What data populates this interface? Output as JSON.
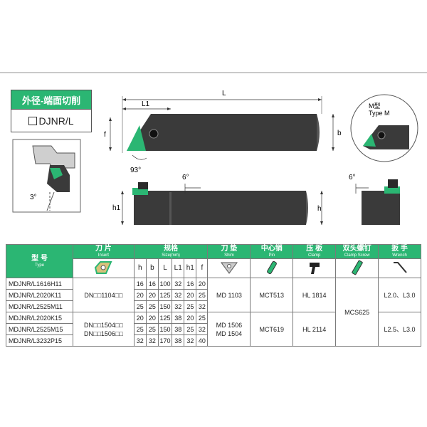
{
  "title": "外径-端面切削",
  "code_prefix_symbol": "□",
  "code": "DJNR/L",
  "diagram": {
    "L": "L",
    "L1": "L1",
    "f": "f",
    "b": "b",
    "h": "h",
    "h1": "h1",
    "angle_93": "93°",
    "angle_6_main": "6°",
    "angle_6_side": "6°",
    "angle_3": "3°",
    "type_m_cn": "M型",
    "type_m_en": "Type M"
  },
  "colors": {
    "accent": "#2bb673",
    "tool_body": "#3a3a3a",
    "insert": "#2bb673"
  },
  "table": {
    "headers": {
      "type": {
        "cn": "型 号",
        "en": "Type"
      },
      "insert": {
        "cn": "刀 片",
        "en": "Insert"
      },
      "size": {
        "cn": "规格",
        "en": "Size(mm)"
      },
      "shim": {
        "cn": "刀 垫",
        "en": "Shim"
      },
      "pin": {
        "cn": "中心销",
        "en": "Pin"
      },
      "clamp": {
        "cn": "压 板",
        "en": "Clamp"
      },
      "clamp_screw": {
        "cn": "双头螺钉",
        "en": "Clamp Screw"
      },
      "wrench": {
        "cn": "扳 手",
        "en": "Wrench"
      }
    },
    "dims": [
      "h",
      "b",
      "L",
      "L1",
      "h1",
      "f"
    ],
    "rows": [
      {
        "model": "MDJNR/L1616H11",
        "dims": [
          "16",
          "16",
          "100",
          "32",
          "16",
          "20"
        ]
      },
      {
        "model": "MDJNR/L2020K11",
        "dims": [
          "20",
          "20",
          "125",
          "32",
          "20",
          "25"
        ]
      },
      {
        "model": "MDJNR/L2525M11",
        "dims": [
          "25",
          "25",
          "150",
          "32",
          "25",
          "32"
        ]
      },
      {
        "model": "MDJNR/L2020K15",
        "dims": [
          "20",
          "20",
          "125",
          "38",
          "20",
          "25"
        ]
      },
      {
        "model": "MDJNR/L2525M15",
        "dims": [
          "25",
          "25",
          "150",
          "38",
          "25",
          "32"
        ]
      },
      {
        "model": "MDJNR/L3232P15",
        "dims": [
          "32",
          "32",
          "170",
          "38",
          "32",
          "40"
        ]
      }
    ],
    "group1": {
      "insert": "DN□□1104□□",
      "shim": "MD 1103",
      "pin": "MCT513",
      "clamp": "HL 1814",
      "wrench": "L2.0、L3.0"
    },
    "group2": {
      "insert_a": "DN□□1504□□",
      "insert_b": "DN□□1506□□",
      "shim_a": "MD 1506",
      "shim_b": "MD 1504",
      "pin": "MCT619",
      "clamp": "HL 2114",
      "wrench": "L2.5、L3.0"
    },
    "clamp_screw": "MCS625"
  }
}
